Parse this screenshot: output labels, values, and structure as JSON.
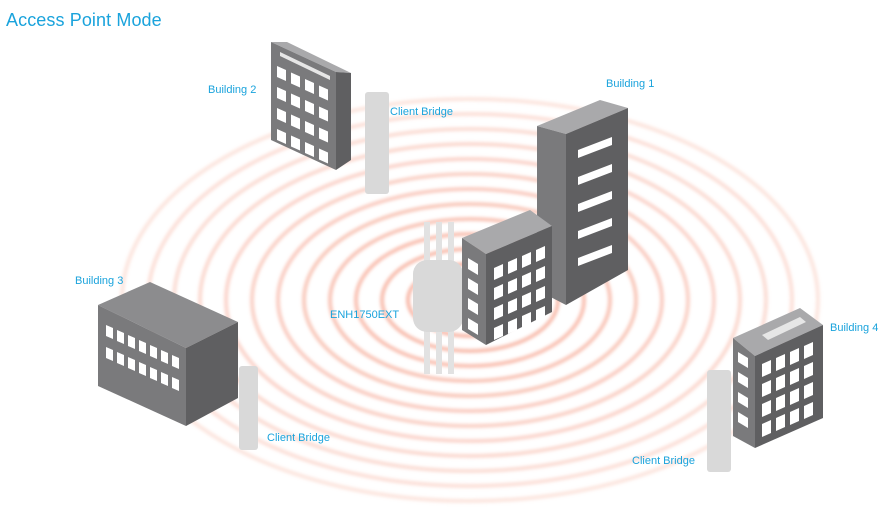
{
  "title": "Access Point Mode",
  "labels": {
    "building_1": "Building 1",
    "building_2": "Building 2",
    "building_3": "Building 3",
    "building_4": "Building 4",
    "device": "ENH1750EXT",
    "client_bridge_2": "Client Bridge",
    "client_bridge_3": "Client Bridge",
    "client_bridge_4": "Client Bridge"
  },
  "colors": {
    "title": "#1aa3dc",
    "wave": "#f5a08a",
    "building_front": "#7a7a7c",
    "building_side": "#5f5f61",
    "building_top": "#a9a9ab",
    "window": "#ffffff",
    "device": "#d9d9d9"
  },
  "icons": {
    "device": "outdoor-access-point-icon",
    "bridge": "client-bridge-icon",
    "building": "office-building-icon"
  }
}
